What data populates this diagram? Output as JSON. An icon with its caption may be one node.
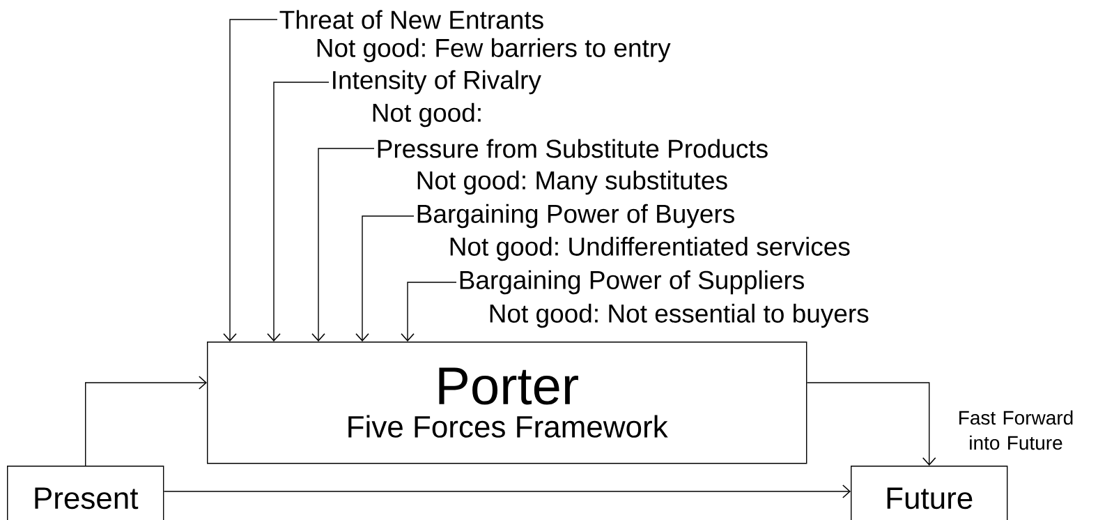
{
  "diagram": {
    "nodes": [
      {
        "text": [
          "Threat of New Entrants"
        ],
        "beside": [
          "Not good: Few barriers to entry"
        ]
      },
      {
        "text": [
          "Intensity of Rivalry"
        ],
        "beside": [
          "Not good:"
        ]
      },
      {
        "text": [
          "Pressure from Substitute Products"
        ],
        "beside": [
          "Not good: Many substitutes"
        ]
      },
      {
        "text": [
          "Bargaining Power of Buyers"
        ],
        "beside": [
          "Not good: Undifferentiated services"
        ]
      },
      {
        "text": [
          "Bargaining Power of Suppliers"
        ],
        "beside": [
          "Not good: Not essential to buyers"
        ]
      },
      {
        "text": [
          "Porter",
          "Five Forces Framework"
        ]
      },
      {
        "text": [
          "Present"
        ]
      },
      {
        "text": [
          "Future"
        ]
      }
    ],
    "edges": [
      {
        "from": 0,
        "to": 5,
        "arrow": "to"
      },
      {
        "from": 1,
        "to": 5,
        "arrow": "to"
      },
      {
        "from": 2,
        "to": 5,
        "arrow": "to"
      },
      {
        "from": 3,
        "to": 5,
        "arrow": "to"
      },
      {
        "from": 4,
        "to": 5,
        "arrow": "to"
      },
      {
        "from": 6,
        "to": 5,
        "arrow": "to"
      },
      {
        "from": 6,
        "to": 7,
        "arrow": "to"
      },
      {
        "from": 5,
        "to": 7,
        "arrow": "to",
        "label": "Fast Forward into Future"
      }
    ]
  }
}
